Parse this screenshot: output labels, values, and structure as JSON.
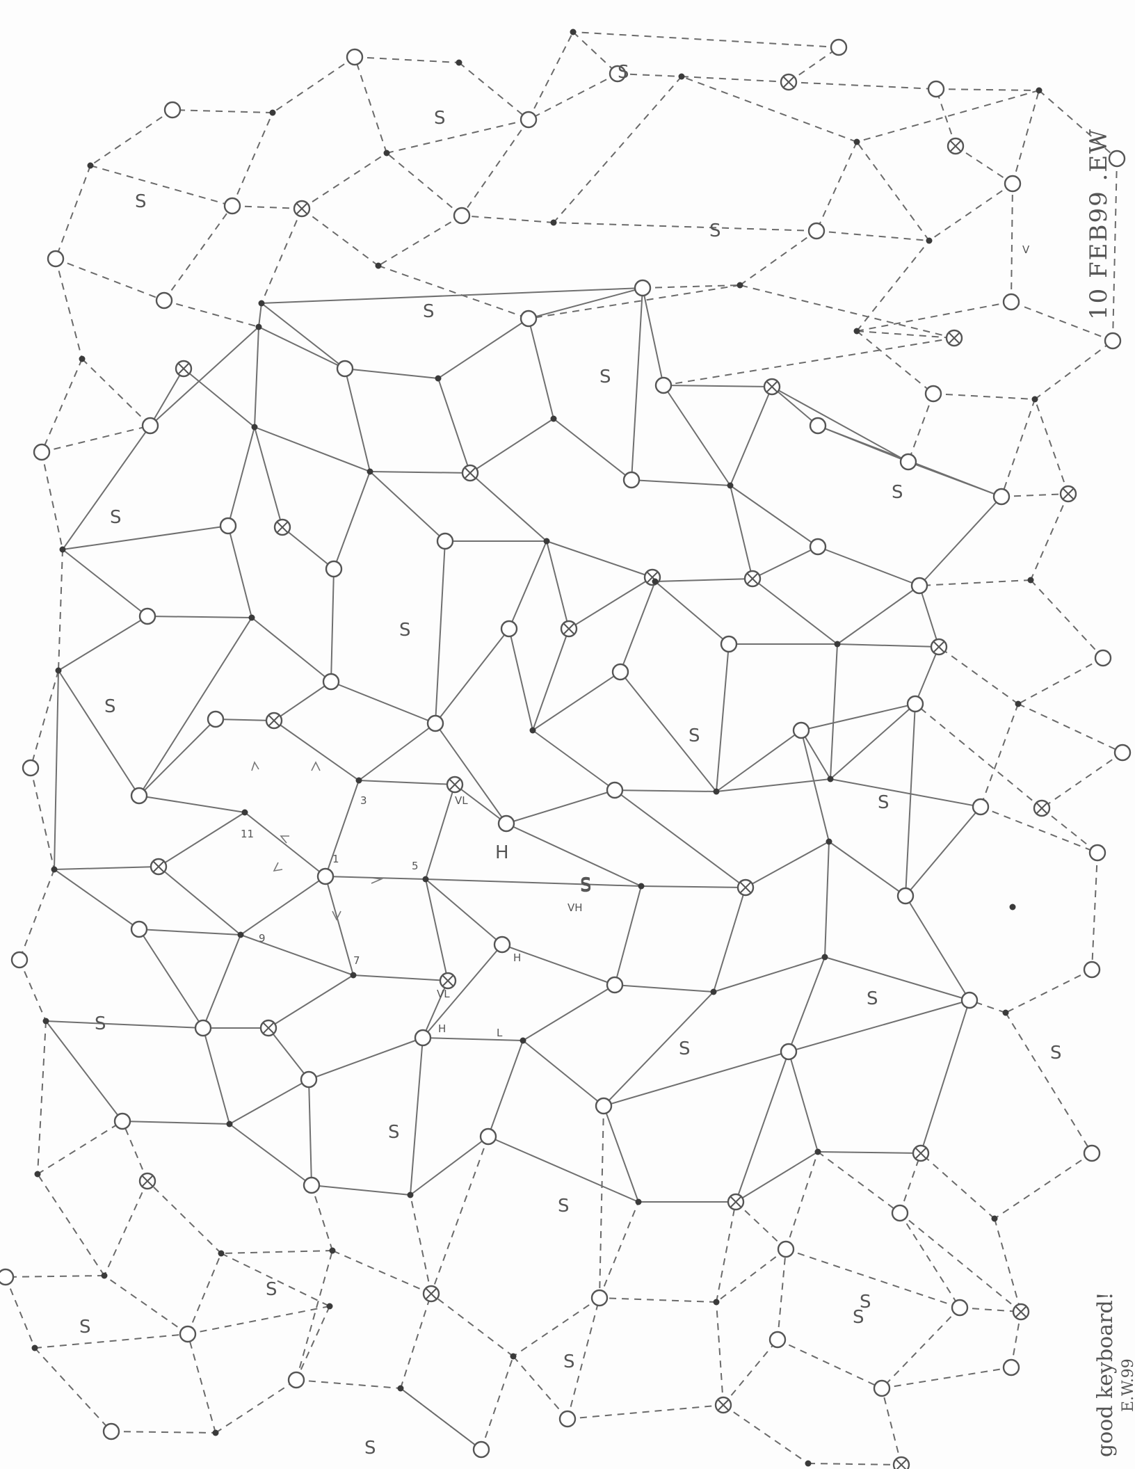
{
  "annotations": {
    "date": "10 FEB99 .EW",
    "comment": "good keyboard!",
    "signature": "E.W.99"
  },
  "graph": {
    "labels": {
      "s": "S",
      "h": "H",
      "vl": "VL",
      "vh": "VH",
      "l": "L",
      "v": "V",
      "n1": "1",
      "n3": "3",
      "n5": "5",
      "n7": "7",
      "n9": "9",
      "n11": "11"
    },
    "node_types": [
      "open-circle",
      "dot",
      "crossed-circle",
      "S-vertex"
    ],
    "edge_types": [
      "solid",
      "dashed"
    ]
  }
}
